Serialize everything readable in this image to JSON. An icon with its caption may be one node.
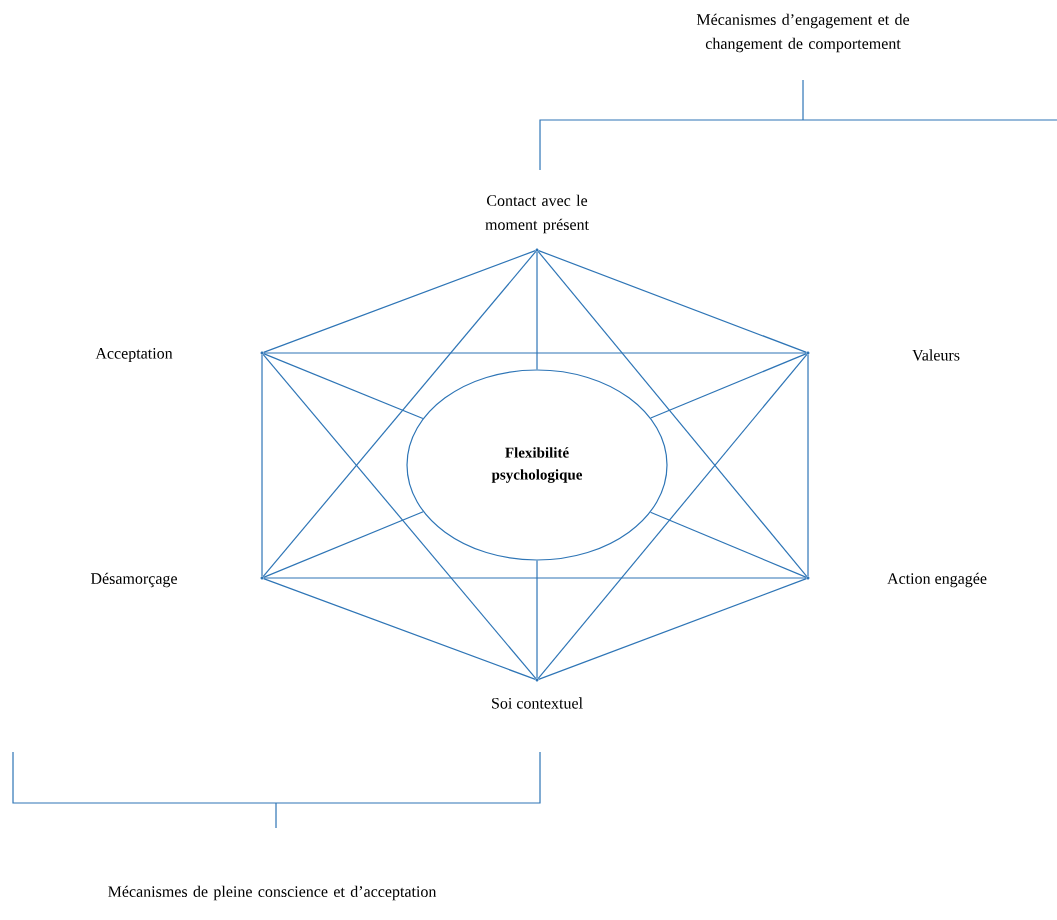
{
  "diagram": {
    "nodes": [
      {
        "text": [],
        "shape": "point",
        "beside": [
          "Contact avec le moment présent"
        ]
      },
      {
        "text": [],
        "shape": "point"
      },
      {
        "text": [],
        "shape": "point"
      },
      {
        "text": [
          "Flexibilité psychologique"
        ]
      },
      {
        "text": [],
        "shape": "point"
      },
      {
        "text": [],
        "shape": "point"
      },
      {
        "text": [],
        "shape": "point",
        "beside": [
          "Soi contextuel"
        ]
      }
    ],
    "edges": [
      {
        "from": 0,
        "to": 2,
        "arrow": "none"
      },
      {
        "from": 2,
        "to": 5,
        "arrow": "none"
      },
      {
        "from": 5,
        "to": 6,
        "arrow": "none"
      },
      {
        "from": 6,
        "to": 4,
        "arrow": "none"
      },
      {
        "from": 4,
        "to": 1,
        "arrow": "none"
      },
      {
        "from": 1,
        "to": 0,
        "arrow": "none"
      },
      {
        "from": 1,
        "to": 2,
        "arrow": "none"
      },
      {
        "from": 4,
        "to": 5,
        "arrow": "none"
      },
      {
        "from": 1,
        "to": 6,
        "arrow": "none"
      },
      {
        "from": 4,
        "to": 0,
        "arrow": "none"
      },
      {
        "from": 2,
        "to": 6,
        "arrow": "none"
      },
      {
        "from": 5,
        "to": 0,
        "arrow": "none"
      },
      {
        "from": 0,
        "to": 3,
        "arrow": "none"
      },
      {
        "from": 1,
        "to": 3,
        "arrow": "none"
      },
      {
        "from": 2,
        "to": 3,
        "arrow": "none"
      },
      {
        "from": 4,
        "to": 3,
        "arrow": "none"
      },
      {
        "from": 5,
        "to": 3,
        "arrow": "none"
      },
      {
        "from": 6,
        "to": 3,
        "arrow": "none"
      }
    ],
    "labels": [
      "Mécanismes d’engagement et de changement de comportement",
      "Acceptation",
      "Valeurs",
      "Désamorçage",
      "Action engagée",
      "Mécanismes de pleine conscience et d’acceptation"
    ]
  }
}
